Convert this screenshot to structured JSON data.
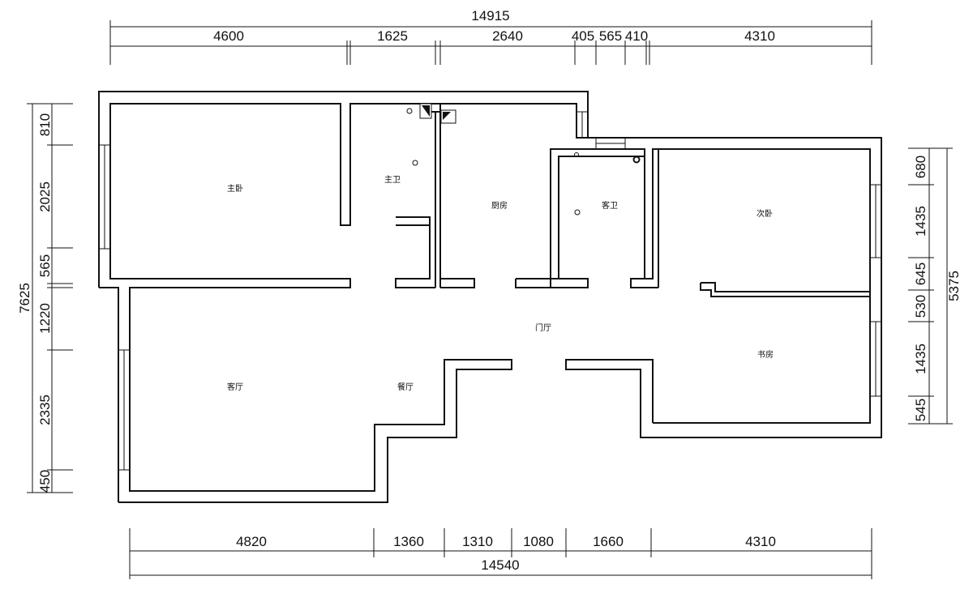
{
  "dimensions": {
    "top_total": "14915",
    "top": [
      "4600",
      "1625",
      "2640",
      "405",
      "565",
      "410",
      "4310"
    ],
    "bottom_total": "14540",
    "bottom": [
      "4820",
      "1360",
      "1310",
      "1080",
      "1660",
      "4310"
    ],
    "left_total": "7625",
    "left": [
      "810",
      "2025",
      "565",
      "1220",
      "2335",
      "450"
    ],
    "right_total": "5375",
    "right": [
      "680",
      "1435",
      "645",
      "530",
      "1435",
      "545"
    ]
  },
  "rooms": {
    "master_bedroom": "主卧",
    "master_bath": "主卫",
    "kitchen": "厨房",
    "guest_bath": "客卫",
    "second_bedroom": "次卧",
    "living_room": "客厅",
    "dining_room": "餐厅",
    "foyer": "门厅",
    "study": "书房"
  }
}
